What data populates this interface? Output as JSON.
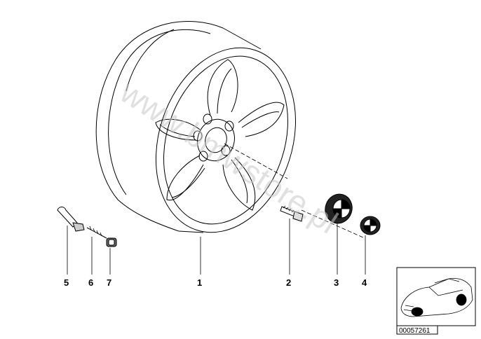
{
  "watermark": "www.bmwstore.pl",
  "callouts": [
    {
      "id": "5",
      "label": "5"
    },
    {
      "id": "6",
      "label": "6"
    },
    {
      "id": "7",
      "label": "7"
    },
    {
      "id": "1",
      "label": "1"
    },
    {
      "id": "2",
      "label": "2"
    },
    {
      "id": "3",
      "label": "3"
    },
    {
      "id": "4",
      "label": "4"
    }
  ],
  "inset": {
    "code": "00057261"
  },
  "colors": {
    "line": "#000000",
    "watermark": "#c8c8c8"
  }
}
